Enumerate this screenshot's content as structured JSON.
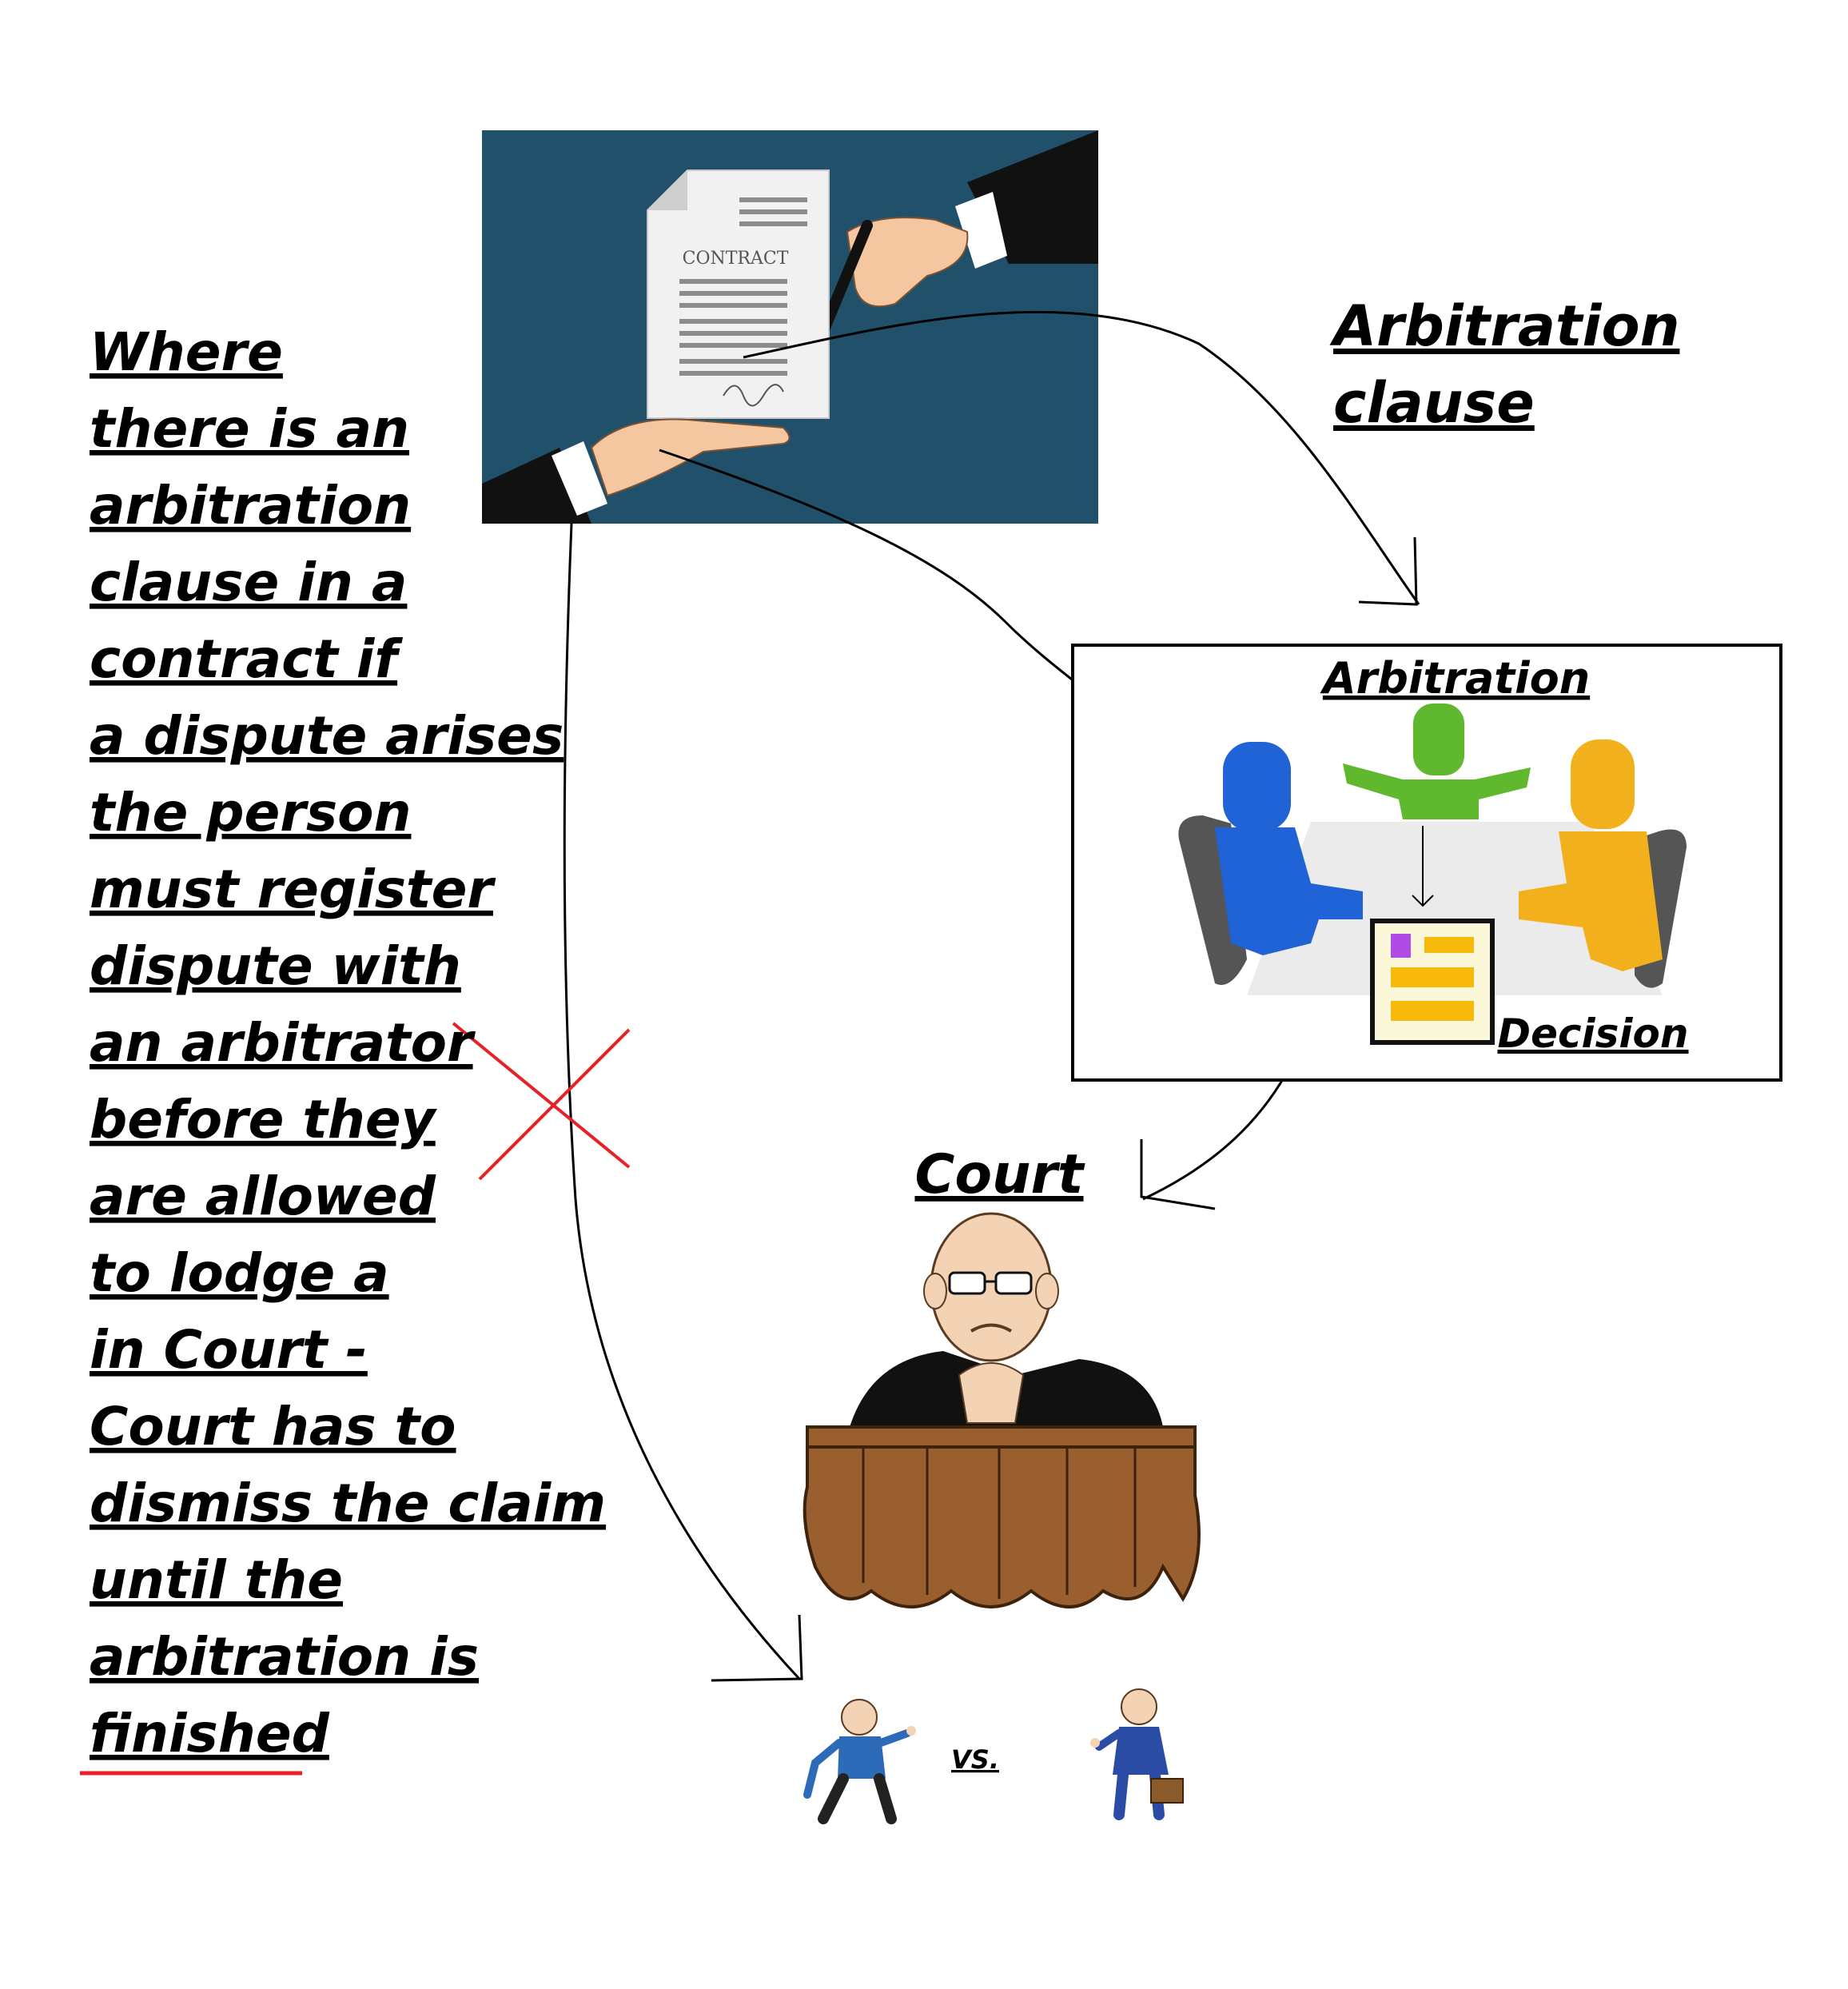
{
  "text_lines": [
    "Where",
    "there is an",
    "arbitration",
    "clause in a",
    "contract if",
    "a dispute arises",
    "the person",
    "must register",
    "dispute with",
    "an arbitrator",
    "before they",
    "are allowed",
    "to lodge a",
    "in Court -",
    "Court has to",
    "dismiss the claim",
    "until the",
    "arbitration is",
    "finished"
  ],
  "labels": {
    "arbitration_clause_line1": "Arbitration",
    "arbitration_clause_line2": "clause",
    "arbitration_box_title": "Arbitration",
    "decision": "Decision",
    "court": "Court",
    "versus": "VS.",
    "contract_doc": "CONTRACT"
  },
  "colors": {
    "contract_bg": "#21506b",
    "cross_mark": "#e8202a",
    "red_underline": "#e8202a",
    "figure_blue": "#1f63d6",
    "figure_green": "#5fb82e",
    "figure_yellow": "#f2b11c",
    "decision_purple": "#b04be6",
    "decision_yellow": "#f7b90a",
    "bench_brown": "#9a5f2e"
  },
  "icons": {
    "contract_image": "contract-signing-icon",
    "arbitration_meeting": "meeting-people-icon",
    "decision_doc": "document-icon",
    "judge": "judge-icon",
    "plaintiff": "person-casual-icon",
    "defendant": "person-suit-icon"
  }
}
